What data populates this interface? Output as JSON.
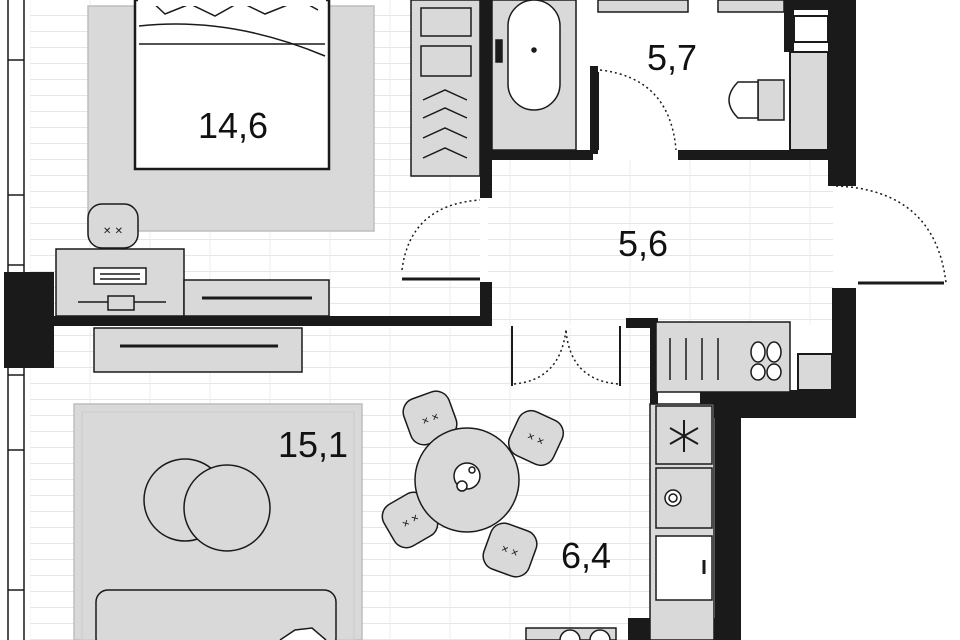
{
  "rooms": [
    {
      "id": "bedroom",
      "area": "14,6"
    },
    {
      "id": "bathroom",
      "area": "5,7"
    },
    {
      "id": "hallway",
      "area": "5,6"
    },
    {
      "id": "living-room",
      "area": "15,1"
    },
    {
      "id": "kitchen",
      "area": "6,4"
    }
  ],
  "colors": {
    "wall": "#1a1a1a",
    "furniture_fill": "#d9d9d9",
    "floor_line": "#e6e6e6",
    "background": "#ffffff"
  }
}
